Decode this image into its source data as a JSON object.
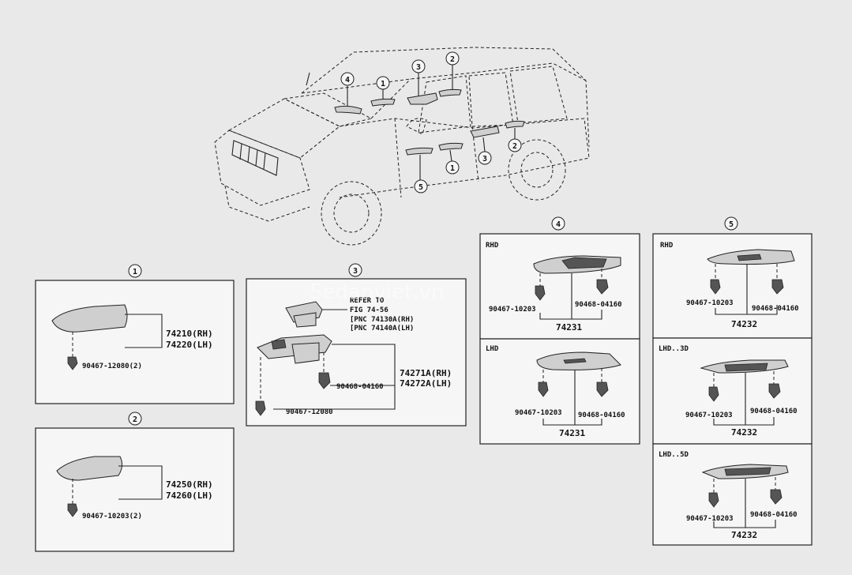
{
  "watermark": "Sedanviet.vn",
  "callouts": [
    "1",
    "2",
    "3",
    "4",
    "5"
  ],
  "panel1": {
    "number": "1",
    "part_rh": "74210(RH)",
    "part_lh": "74220(LH)",
    "clip": "90467-12080(2)"
  },
  "panel2": {
    "number": "2",
    "part_rh": "74250(RH)",
    "part_lh": "74260(LH)",
    "clip": "90467-10203(2)"
  },
  "panel3": {
    "number": "3",
    "ref_line1": "REFER TO",
    "ref_line2": "FIG 74-56",
    "ref_line3": "[PNC 74130A(RH)",
    "ref_line4": "[PNC 74140A(LH)",
    "part_rh": "74271A(RH)",
    "part_lh": "74272A(LH)",
    "nut": "90468-04160",
    "clip": "90467-12080"
  },
  "panel4": {
    "number": "4",
    "rhd": {
      "label": "RHD",
      "clip": "90467-10203",
      "nut": "90468-04160",
      "part": "74231"
    },
    "lhd": {
      "label": "LHD",
      "clip": "90467-10203",
      "nut": "90468-04160",
      "part": "74231"
    }
  },
  "panel5": {
    "number": "5",
    "rhd": {
      "label": "RHD",
      "clip": "90467-10203",
      "nut": "90468-04160",
      "part": "74232"
    },
    "lhd3": {
      "label": "LHD..3D",
      "clip": "90467-10203",
      "nut": "90468-04160",
      "part": "74232"
    },
    "lhd5": {
      "label": "LHD..5D",
      "clip": "90467-10203",
      "nut": "90468-04160",
      "part": "74232"
    }
  }
}
